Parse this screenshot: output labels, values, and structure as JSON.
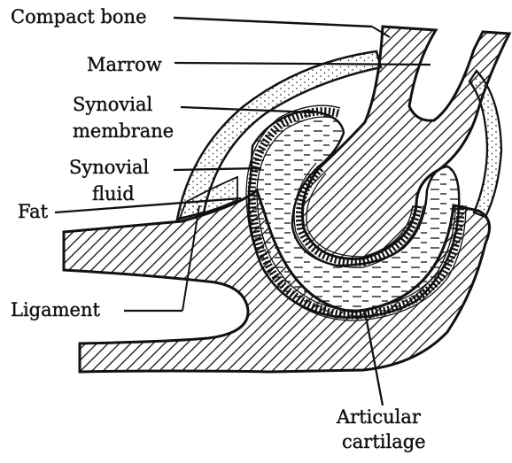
{
  "diagram": {
    "labels": {
      "compact_bone": "Compact bone",
      "marrow": "Marrow",
      "synovial_membrane_line1": "Synovial",
      "synovial_membrane_line2": "membrane",
      "synovial_fluid_line1": "Synovial",
      "synovial_fluid_line2": "fluid",
      "fat": "Fat",
      "ligament": "Ligament",
      "articular_cartilage_line1": "Articular",
      "articular_cartilage_line2": "cartilage"
    },
    "colors": {
      "ink": "#111111",
      "paper": "#ffffff"
    }
  }
}
